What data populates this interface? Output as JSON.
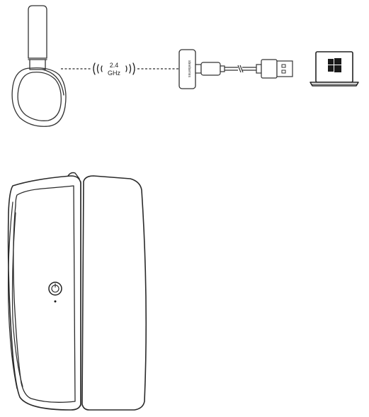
{
  "wireless": {
    "frequency_value": "2.4",
    "frequency_unit": "GHz"
  },
  "dongle": {
    "brand": "steelseries"
  },
  "computer": {
    "os_logo": "windows-logo-icon"
  },
  "colors": {
    "line": "#2a2a2a",
    "outline": "#333333",
    "fill": "#ffffff",
    "dark": "#1a1a1a"
  }
}
